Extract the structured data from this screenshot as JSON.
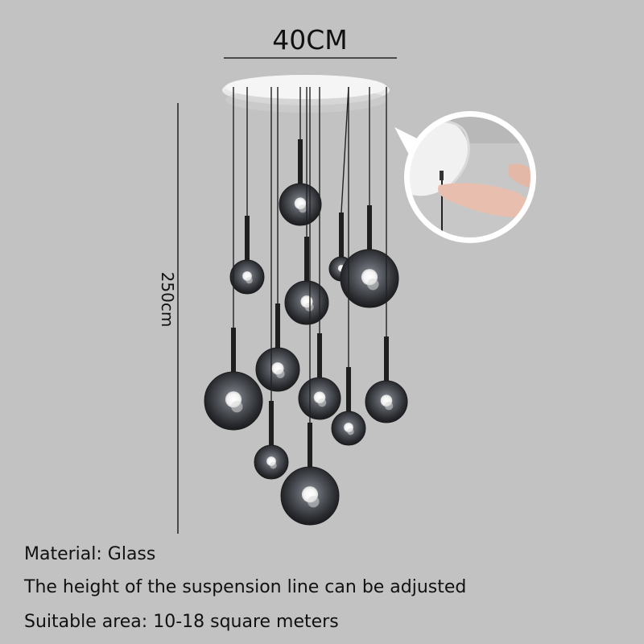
{
  "dimensions": {
    "width_label": "40CM",
    "height_label": "250cm"
  },
  "specs": {
    "material": "Material: Glass",
    "suspension": "The height of the suspension line can be adjusted",
    "area": "Suitable area: 10-18 square meters"
  },
  "colors": {
    "background": "#c2c2c2",
    "canopy": "#ececec",
    "cord": "#222222",
    "glass_dark": "#2a2c30"
  }
}
